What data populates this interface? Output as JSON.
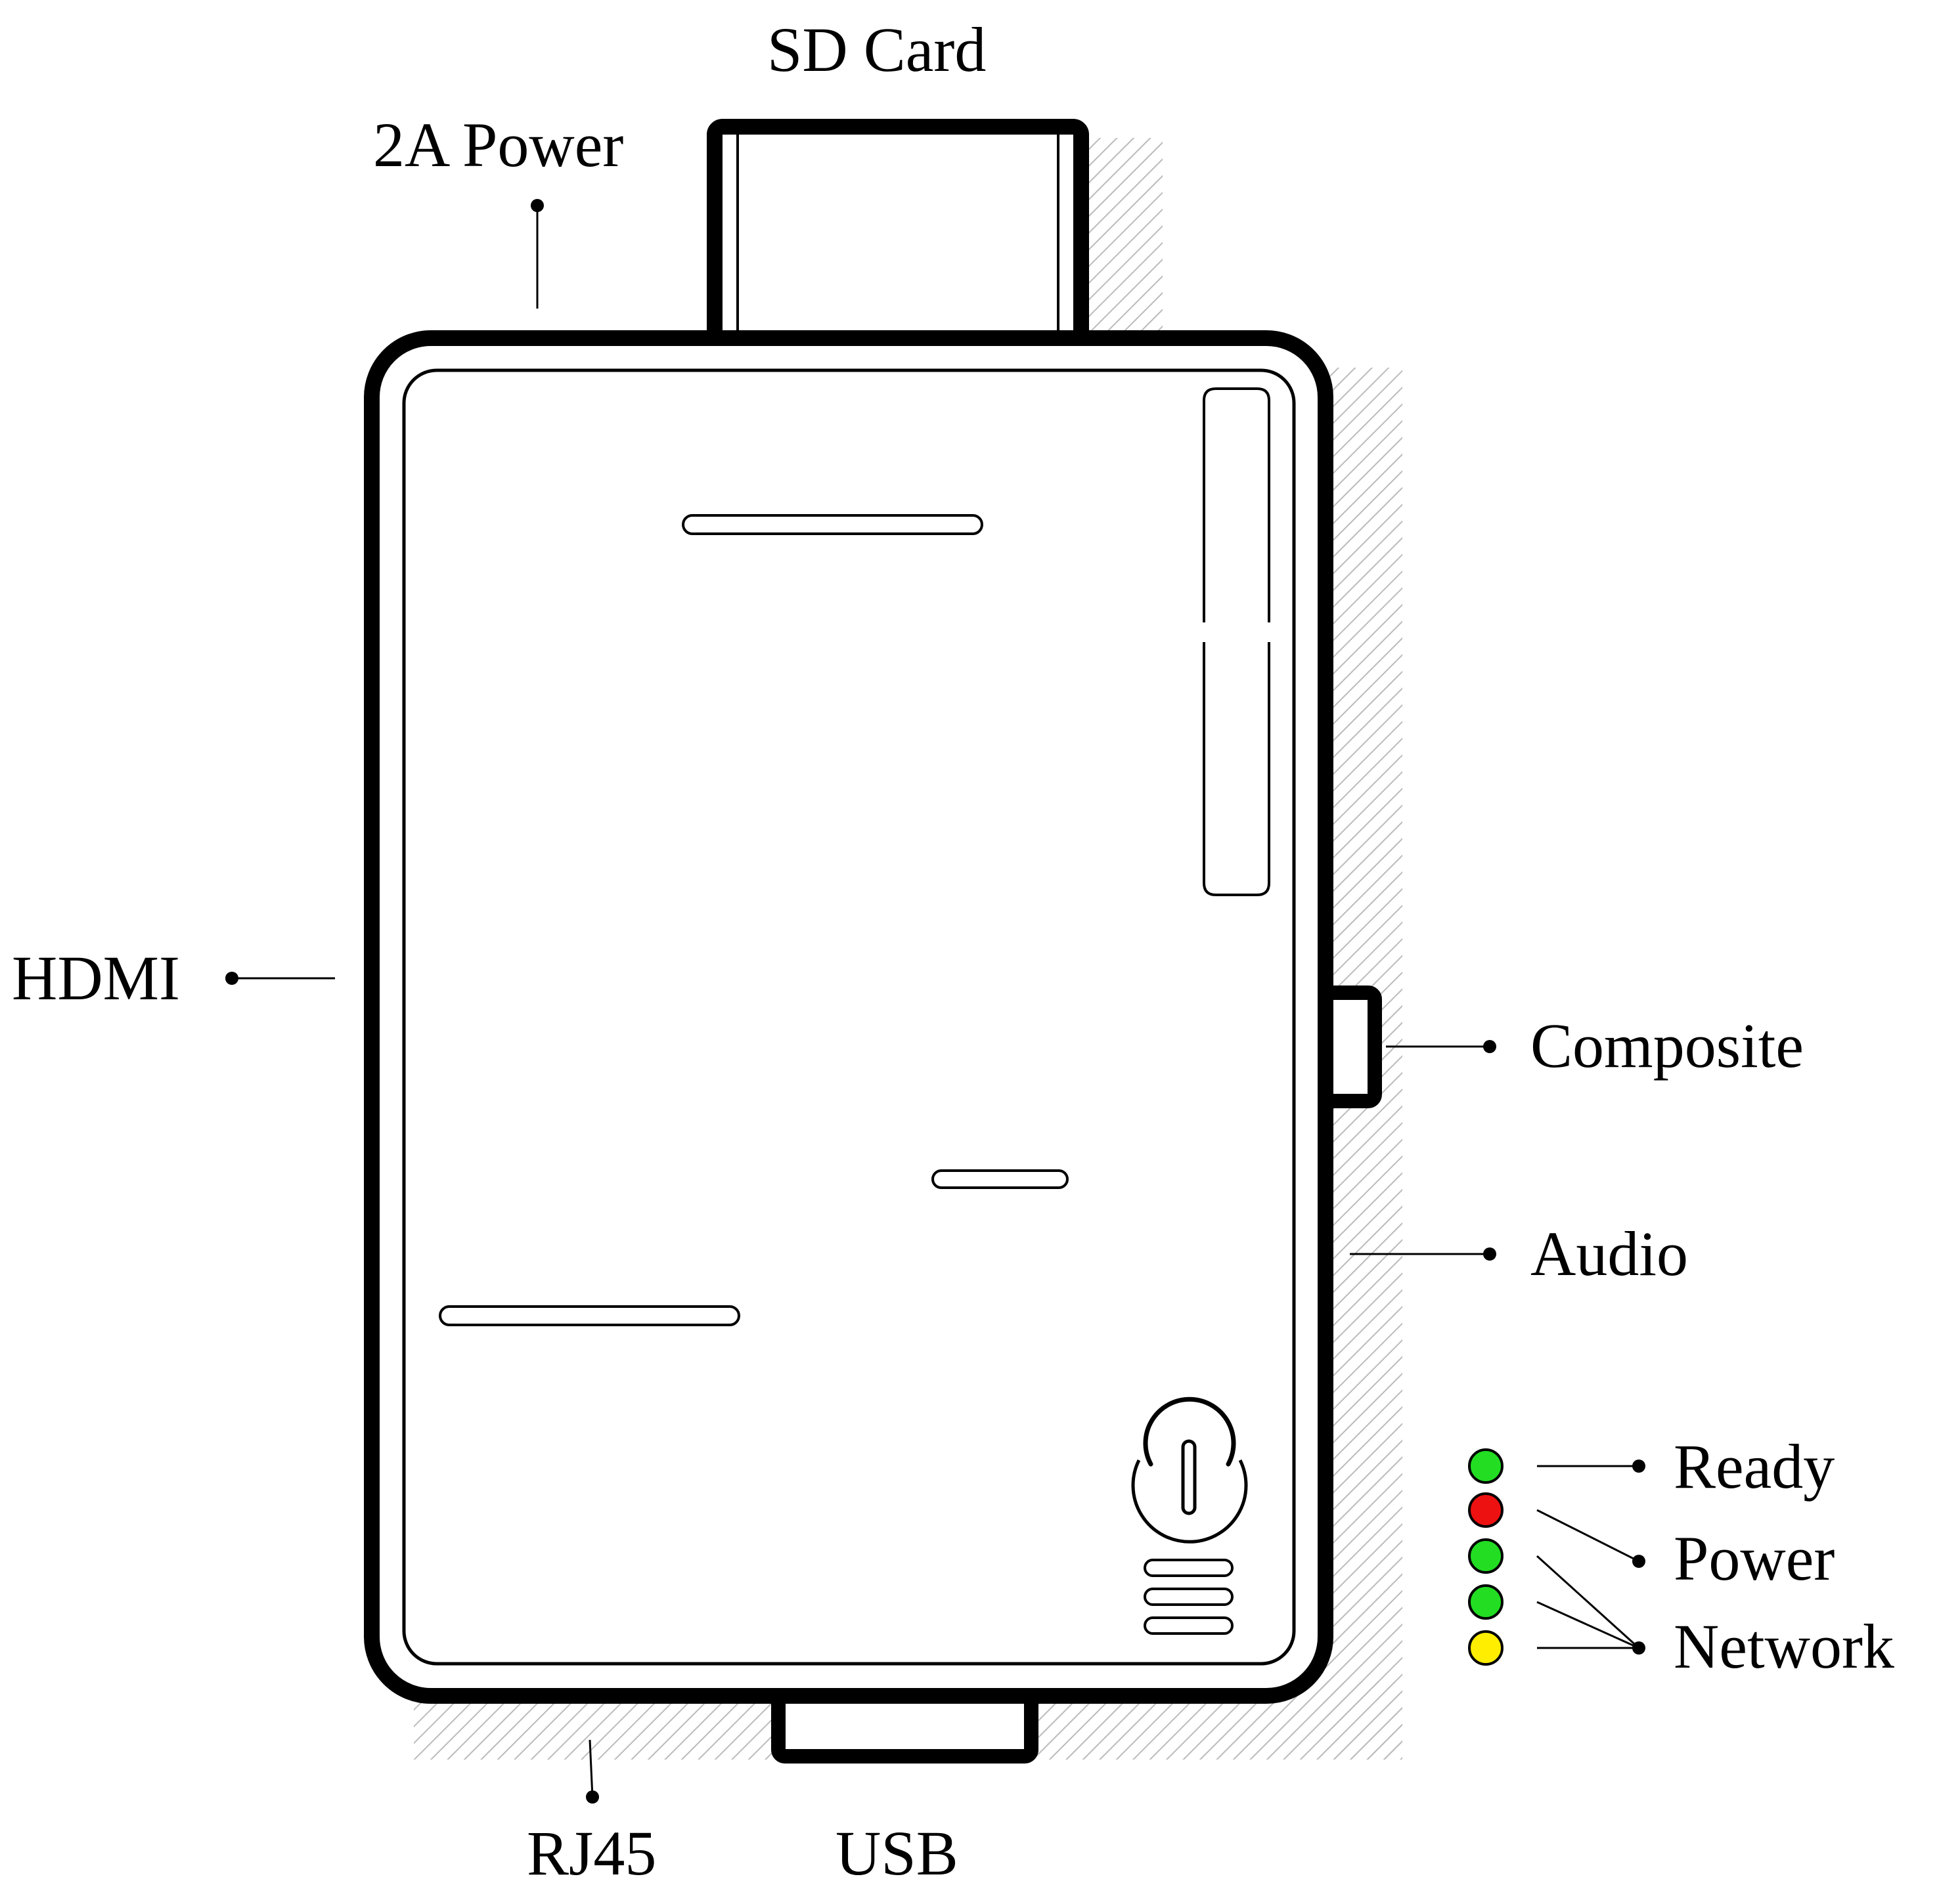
{
  "labels": {
    "sd_card": "SD Card",
    "power_2a": "2A Power",
    "hdmi": "HDMI",
    "composite": "Composite",
    "audio": "Audio",
    "ready": "Ready",
    "power": "Power",
    "network": "Network",
    "rj45": "RJ45",
    "usb": "USB"
  },
  "leds": [
    {
      "name": "led-1",
      "color": "#22dd22"
    },
    {
      "name": "led-2",
      "color": "#ee1111"
    },
    {
      "name": "led-3",
      "color": "#22dd22"
    },
    {
      "name": "led-4",
      "color": "#22dd22"
    },
    {
      "name": "led-5",
      "color": "#ffee00"
    }
  ],
  "icons": [
    "power-icon"
  ],
  "colors": {
    "outline": "#000000",
    "background": "#ffffff",
    "shadow_hatch": "#bbbbbb"
  }
}
